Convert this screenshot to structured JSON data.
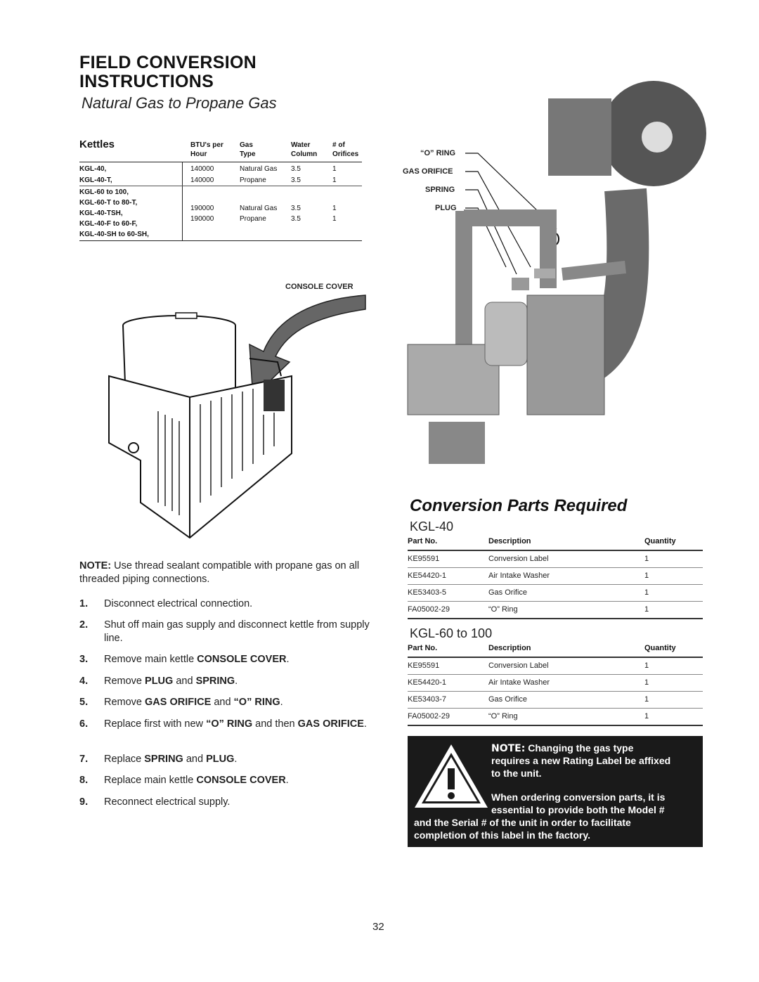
{
  "header": {
    "title_line1": "FIELD CONVERSION",
    "title_line2": "INSTRUCTIONS",
    "subtitle": "Natural Gas to Propane Gas"
  },
  "kettles": {
    "heading": "Kettles",
    "columns": [
      {
        "line1": "BTU's per",
        "line2": "Hour"
      },
      {
        "line1": "Gas",
        "line2": "Type"
      },
      {
        "line1": "Water",
        "line2": "Column"
      },
      {
        "line1": "# of",
        "line2": "Orifices"
      }
    ],
    "group1": {
      "models": [
        "KGL-40,",
        "KGL-40-T,"
      ],
      "rows": [
        [
          "140000",
          "Natural Gas",
          "3.5",
          "1"
        ],
        [
          "140000",
          "Propane",
          "3.5",
          "1"
        ]
      ]
    },
    "group2": {
      "models": [
        "KGL-60 to 100,",
        "KGL-60-T to 80-T,",
        "KGL-40-TSH,",
        "KGL-40-F to 60-F,",
        "KGL-40-SH to 60-SH,"
      ],
      "rows": [
        [
          "190000",
          "Natural Gas",
          "3.5",
          "1"
        ],
        [
          "190000",
          "Propane",
          "3.5",
          "1"
        ]
      ]
    }
  },
  "figure_labels": {
    "console_cover": "CONSOLE COVER",
    "o_ring": "“O” RING",
    "gas_orifice": "GAS ORIFICE",
    "spring": "SPRING",
    "plug": "PLUG"
  },
  "note": {
    "label": "NOTE:",
    "text": " Use thread sealant compatible with propane gas on all threaded piping connections."
  },
  "steps": [
    {
      "num": "1.",
      "parts": [
        {
          "t": "Disconnect electrical connection.",
          "b": false
        }
      ]
    },
    {
      "num": "2.",
      "parts": [
        {
          "t": "Shut off main gas supply and disconnect kettle from supply line.",
          "b": false
        }
      ]
    },
    {
      "num": "3.",
      "parts": [
        {
          "t": "Remove main kettle ",
          "b": false
        },
        {
          "t": "CONSOLE COVER",
          "b": true
        },
        {
          "t": ".",
          "b": false
        }
      ]
    },
    {
      "num": "4.",
      "parts": [
        {
          "t": "Remove ",
          "b": false
        },
        {
          "t": "PLUG",
          "b": true
        },
        {
          "t": " and ",
          "b": false
        },
        {
          "t": "SPRING",
          "b": true
        },
        {
          "t": ".",
          "b": false
        }
      ]
    },
    {
      "num": "5.",
      "parts": [
        {
          "t": "Remove ",
          "b": false
        },
        {
          "t": "GAS ORIFICE",
          "b": true
        },
        {
          "t": " and ",
          "b": false
        },
        {
          "t": "“O” RING",
          "b": true
        },
        {
          "t": ".",
          "b": false
        }
      ]
    },
    {
      "num": "6.",
      "parts": [
        {
          "t": "Replace first with new ",
          "b": false
        },
        {
          "t": "“O” RING",
          "b": true
        },
        {
          "t": " and then ",
          "b": false
        },
        {
          "t": "GAS ORIFICE",
          "b": true
        },
        {
          "t": ".",
          "b": false
        }
      ]
    },
    {
      "num": "7.",
      "parts": [
        {
          "t": "Replace ",
          "b": false
        },
        {
          "t": "SPRING",
          "b": true
        },
        {
          "t": " and ",
          "b": false
        },
        {
          "t": "PLUG",
          "b": true
        },
        {
          "t": ".",
          "b": false
        }
      ]
    },
    {
      "num": "8.",
      "parts": [
        {
          "t": "Replace main kettle ",
          "b": false
        },
        {
          "t": "CONSOLE COVER",
          "b": true
        },
        {
          "t": ".",
          "b": false
        }
      ]
    },
    {
      "num": "9.",
      "parts": [
        {
          "t": "Reconnect electrical supply.",
          "b": false
        }
      ]
    }
  ],
  "conversion": {
    "title": "Conversion Parts Required",
    "table_headers": [
      "Part No.",
      "Description",
      "Quantity"
    ],
    "kgl40": {
      "heading": "KGL-40",
      "rows": [
        [
          "KE95591",
          "Conversion Label",
          "1"
        ],
        [
          "KE54420-1",
          "Air Intake Washer",
          "1"
        ],
        [
          "KE53403-5",
          "Gas Orifice",
          "1"
        ],
        [
          "FA05002-29",
          "“O” Ring",
          "1"
        ]
      ]
    },
    "kgl60": {
      "heading": "KGL-60 to 100",
      "rows": [
        [
          "KE95591",
          "Conversion Label",
          "1"
        ],
        [
          "KE54420-1",
          "Air Intake Washer",
          "1"
        ],
        [
          "KE53403-7",
          "Gas Orifice",
          "1"
        ],
        [
          "FA05002-29",
          "“O” Ring",
          "1"
        ]
      ]
    }
  },
  "warning": {
    "icon": "exclamation-triangle-icon",
    "note_label": "NOTE:",
    "line1": " Changing the gas type",
    "line2": "requires a new Rating Label be affixed",
    "line3": "to the unit.",
    "line4": "When ordering conversion parts, it is",
    "line5": "essential to provide both the Model #",
    "line6": "and the Serial # of the unit in order to facilitate",
    "line7": "completion of this label in the factory."
  },
  "page_number": "32"
}
